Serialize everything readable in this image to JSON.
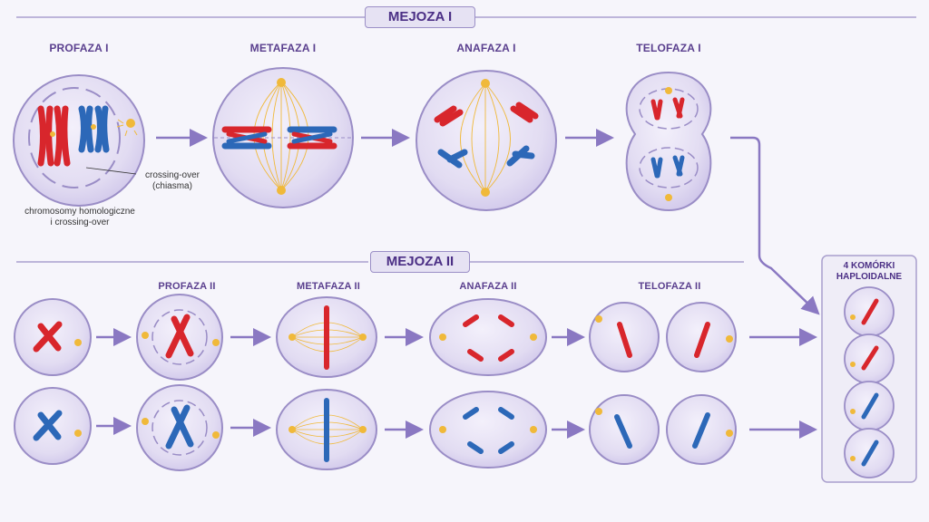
{
  "meiosis1": {
    "title": "MEJOZA I",
    "stages": [
      "PROFAZA I",
      "METAFAZA I",
      "ANAFAZA I",
      "TELOFAZA I"
    ],
    "annotation_crossing_line1": "crossing-over",
    "annotation_crossing_line2": "(chiasma)",
    "caption_line1": "chromosomy homologiczne",
    "caption_line2": "i crossing-over"
  },
  "meiosis2": {
    "title": "MEJOZA II",
    "stages": [
      "PROFAZA II",
      "METAFAZA II",
      "ANAFAZA II",
      "TELOFAZA II"
    ]
  },
  "result": {
    "title_line1": "4 KOMÓRKI",
    "title_line2": "HAPLOIDALNE"
  },
  "colors": {
    "background": "#f6f5fb",
    "cell_fill": "#e4def3",
    "cell_stroke": "#9a8dc6",
    "arrow": "#8a78c2",
    "chromosome_red": "#d8262c",
    "chromosome_blue": "#2c68b8",
    "spindle": "#f0b93a",
    "title_text": "#5a3f8e"
  },
  "icons": [
    "arrow-right-icon",
    "centrosome-icon"
  ]
}
